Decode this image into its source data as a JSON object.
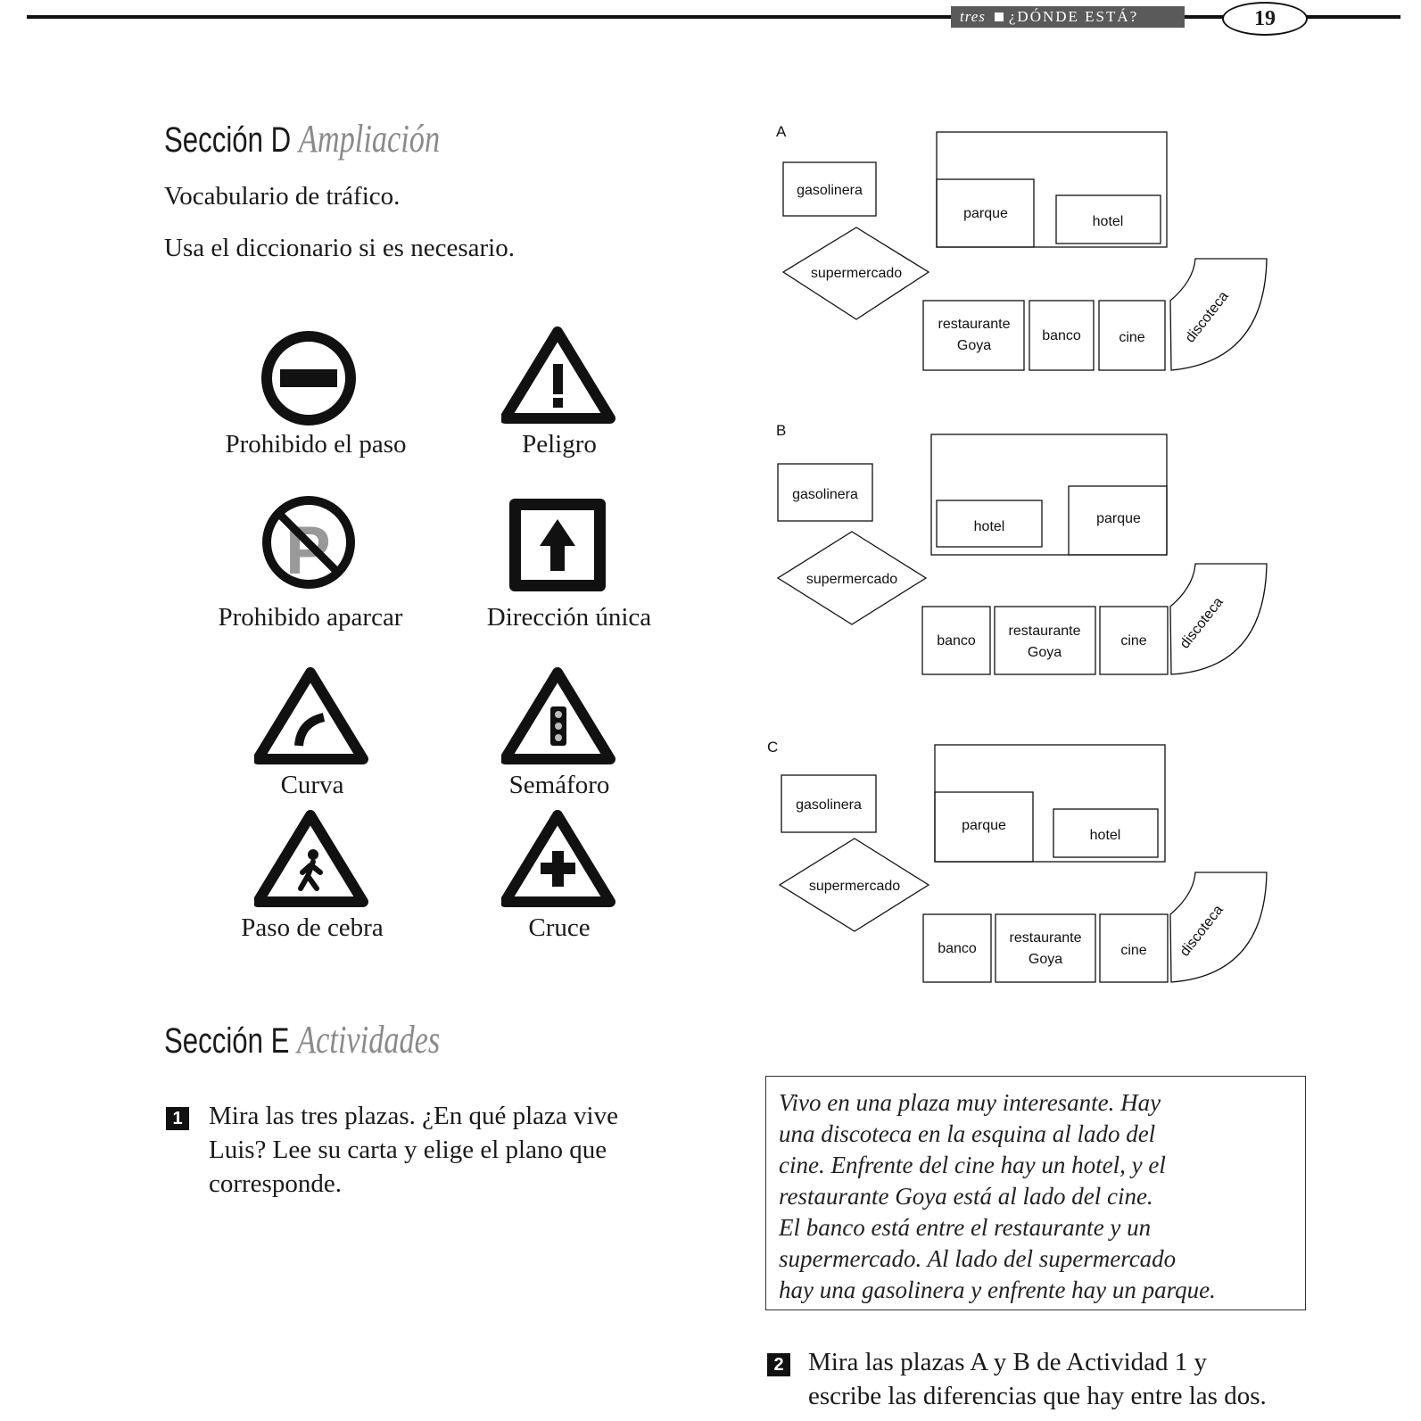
{
  "header": {
    "chapter": "tres",
    "title": "¿DÓNDE ESTÁ?",
    "page_number": "19"
  },
  "section_d": {
    "label": "Sección D",
    "subtitle": "Ampliación",
    "line1": "Vocabulario de tráfico.",
    "line2": "Usa el diccionario si es necesario."
  },
  "signs": [
    {
      "label": "Prohibido el paso",
      "icon": "no-entry-icon"
    },
    {
      "label": "Peligro",
      "icon": "danger-icon"
    },
    {
      "label": "Prohibido aparcar",
      "icon": "no-parking-icon"
    },
    {
      "label": "Dirección única",
      "icon": "one-way-icon"
    },
    {
      "label": "Curva",
      "icon": "curve-icon"
    },
    {
      "label": "Semáforo",
      "icon": "traffic-light-icon"
    },
    {
      "label": "Paso de cebra",
      "icon": "pedestrian-crossing-icon"
    },
    {
      "label": "Cruce",
      "icon": "crossroads-icon"
    }
  ],
  "plans": [
    {
      "letter": "A",
      "gasolinera": "gasolinera",
      "supermercado": "supermercado",
      "parque": "parque",
      "hotel": "hotel",
      "row": [
        "restaurante",
        "Goya",
        "banco",
        "cine"
      ],
      "discoteca": "discoteca"
    },
    {
      "letter": "B",
      "gasolinera": "gasolinera",
      "supermercado": "supermercado",
      "parque": "parque",
      "hotel": "hotel",
      "row": [
        "banco",
        "restaurante",
        "Goya",
        "cine"
      ],
      "discoteca": "discoteca"
    },
    {
      "letter": "C",
      "gasolinera": "gasolinera",
      "supermercado": "supermercado",
      "parque": "parque",
      "hotel": "hotel",
      "row": [
        "banco",
        "restaurante",
        "Goya",
        "cine"
      ],
      "discoteca": "discoteca"
    }
  ],
  "section_e": {
    "label": "Sección E",
    "subtitle": "Actividades"
  },
  "activity1": {
    "number": "1",
    "lines": [
      "Mira las tres plazas. ¿En qué plaza vive",
      "Luis? Lee su carta y elige el plano que",
      "corresponde."
    ]
  },
  "letter": {
    "lines": [
      "Vivo en una plaza muy interesante. Hay",
      "una discoteca en la esquina al lado del",
      "cine. Enfrente del cine hay un hotel, y el",
      "restaurante Goya está al lado del cine.",
      "El banco está entre el restaurante y un",
      "supermercado. Al lado del supermercado",
      "hay una gasolinera y enfrente hay un parque."
    ]
  },
  "activity2": {
    "number": "2",
    "lines": [
      "Mira las plazas A y B de Actividad 1 y",
      "escribe las diferencias que hay entre las dos."
    ]
  }
}
